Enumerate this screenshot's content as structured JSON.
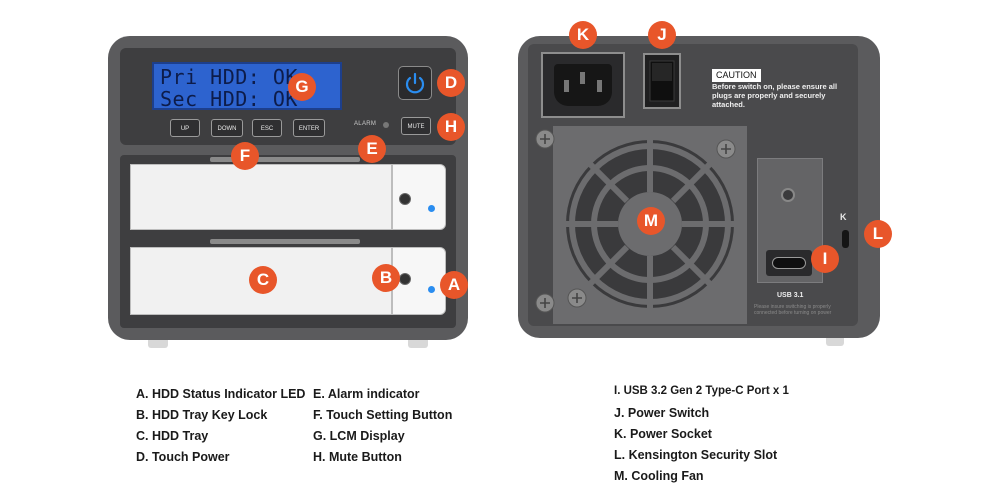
{
  "lcd": {
    "line1": "Pri HDD: OK",
    "line2": "Sec HDD: OK"
  },
  "buttons": {
    "up": "UP",
    "down": "DOWN",
    "esc": "ESC",
    "enter": "ENTER",
    "mute": "MUTE"
  },
  "alarm_label": "ALARM",
  "caution": {
    "title": "CAUTION",
    "text": "Before switch on, please ensure all plugs are properly and securely attached."
  },
  "usb_label": "USB 3.1",
  "faint_text": "Please insure switching is properly connected before turning on power",
  "kensington_icon": "K",
  "callouts": {
    "A": "A",
    "B": "B",
    "C": "C",
    "D": "D",
    "E": "E",
    "F": "F",
    "G": "G",
    "H": "H",
    "I": "I",
    "J": "J",
    "K": "K",
    "L": "L",
    "M": "M"
  },
  "legend": {
    "col1": [
      "A. HDD Status Indicator LED",
      "B. HDD Tray Key Lock",
      "C. HDD Tray",
      "D. Touch Power"
    ],
    "col2": [
      "E. Alarm indicator",
      "F. Touch Setting Button",
      "G. LCM Display",
      "H. Mute Button"
    ],
    "col3": [
      "I. USB 3.2 Gen 2 Type-C Port x 1",
      "J. Power Switch",
      "K. Power Socket",
      "L. Kensington Security Slot",
      "M. Cooling Fan"
    ]
  },
  "colors": {
    "callout": "#e8562a",
    "lcd_bg": "#2d63cf",
    "led_blue": "#2a8df0",
    "body": "#5b5b5d"
  }
}
